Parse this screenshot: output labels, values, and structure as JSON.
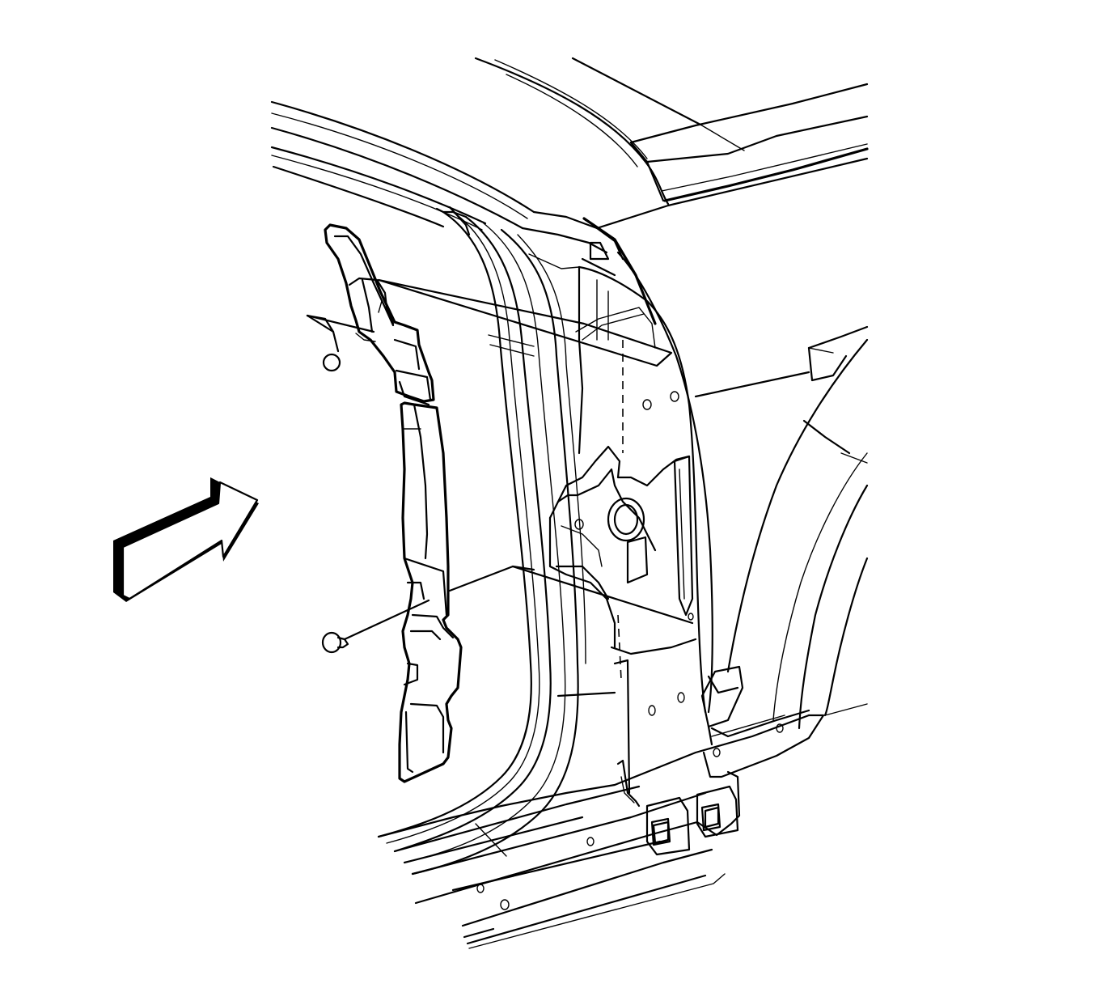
{
  "figure": {
    "parts": [
      "roof-panel",
      "roof-rail",
      "rear-door-opening-frame",
      "body-pillar-inner-panel",
      "pillar-trim-panel-upper",
      "pillar-trim-panel-lower",
      "push-pin-retainer-upper",
      "push-pin-retainer-lower",
      "rocker-panel",
      "rear-wheelhouse",
      "view-direction-arrow"
    ],
    "colors": {
      "line": "#000000",
      "background": "#ffffff",
      "arrow_shadow": "#000000"
    }
  }
}
